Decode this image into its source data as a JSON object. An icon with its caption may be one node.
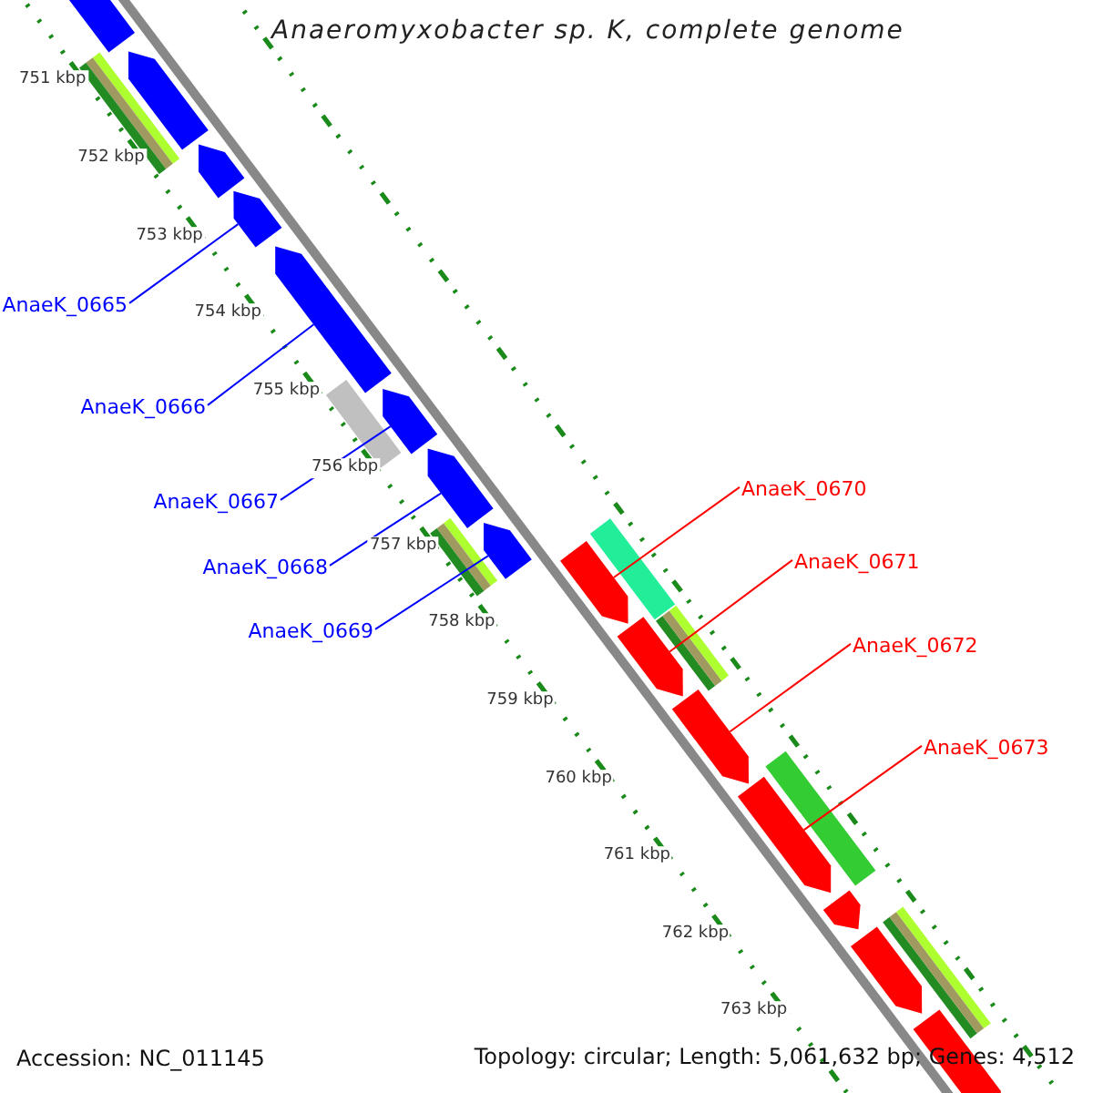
{
  "diagram": {
    "title": "Anaeromyxobacter sp. K, complete genome",
    "nodes": [
      {
        "text": [
          "AnaeK_0665"
        ]
      },
      {
        "text": [
          "AnaeK_0666"
        ]
      },
      {
        "text": [
          "AnaeK_0667"
        ]
      },
      {
        "text": [
          "AnaeK_0668"
        ]
      },
      {
        "text": [
          "AnaeK_0669"
        ]
      },
      {
        "text": [
          "AnaeK_0670"
        ]
      },
      {
        "text": [
          "AnaeK_0671"
        ]
      },
      {
        "text": [
          "AnaeK_0672"
        ]
      },
      {
        "text": [
          "AnaeK_0673"
        ]
      },
      {
        "text": [],
        "shape": "bar"
      },
      {
        "text": [],
        "shape": "bar"
      },
      {
        "text": [],
        "shape": "bar"
      },
      {
        "text": [],
        "shape": "bar"
      },
      {
        "text": [],
        "shape": "bar"
      },
      {
        "text": [],
        "shape": "bar"
      },
      {
        "text": [],
        "shape": "bar"
      },
      {
        "text": [],
        "shape": "bar"
      },
      {
        "text": [],
        "shape": "bar"
      },
      {
        "text": [],
        "shape": "bar"
      },
      {
        "text": [],
        "shape": "bar"
      },
      {
        "text": [],
        "shape": "bar"
      },
      {
        "text": [],
        "shape": "bar"
      },
      {
        "text": [],
        "shape": "bar"
      },
      {
        "text": [],
        "shape": "bar"
      },
      {
        "text": [],
        "shape": "bar"
      },
      {
        "text": [],
        "shape": "bar"
      },
      {
        "text": [],
        "shape": "bar"
      },
      {
        "text": [],
        "shape": "bar"
      },
      {
        "text": [],
        "shape": "bar"
      },
      {
        "text": [],
        "shape": "bar"
      },
      {
        "text": [],
        "shape": "bar"
      }
    ],
    "edges": [
      {
        "from": 0,
        "to": 13,
        "arrow": "none"
      },
      {
        "from": 1,
        "to": 14,
        "arrow": "none"
      },
      {
        "from": 2,
        "to": 16,
        "arrow": "none"
      },
      {
        "from": 3,
        "to": 17,
        "arrow": "none"
      },
      {
        "from": 4,
        "to": 19,
        "arrow": "none"
      },
      {
        "from": 5,
        "to": 21,
        "arrow": "none",
        "color": "#ff0000"
      },
      {
        "from": 6,
        "to": 22,
        "arrow": "none",
        "color": "#ff0000"
      },
      {
        "from": 7,
        "to": 24,
        "arrow": "none",
        "color": "#ff0000"
      },
      {
        "from": 8,
        "to": 26,
        "arrow": "none",
        "color": "#ff0000"
      }
    ],
    "labels": [
      "751 kbp",
      "752 kbp",
      "753 kbp",
      "754 kbp",
      "755 kbp",
      "756 kbp",
      "757 kbp",
      "758 kbp",
      "759 kbp",
      "760 kbp",
      "761 kbp",
      "762 kbp",
      "763 kbp",
      "Accession: NC_011145",
      "Topology: circular; Length: 5,061,632 bp; Genes: 4,512"
    ]
  }
}
